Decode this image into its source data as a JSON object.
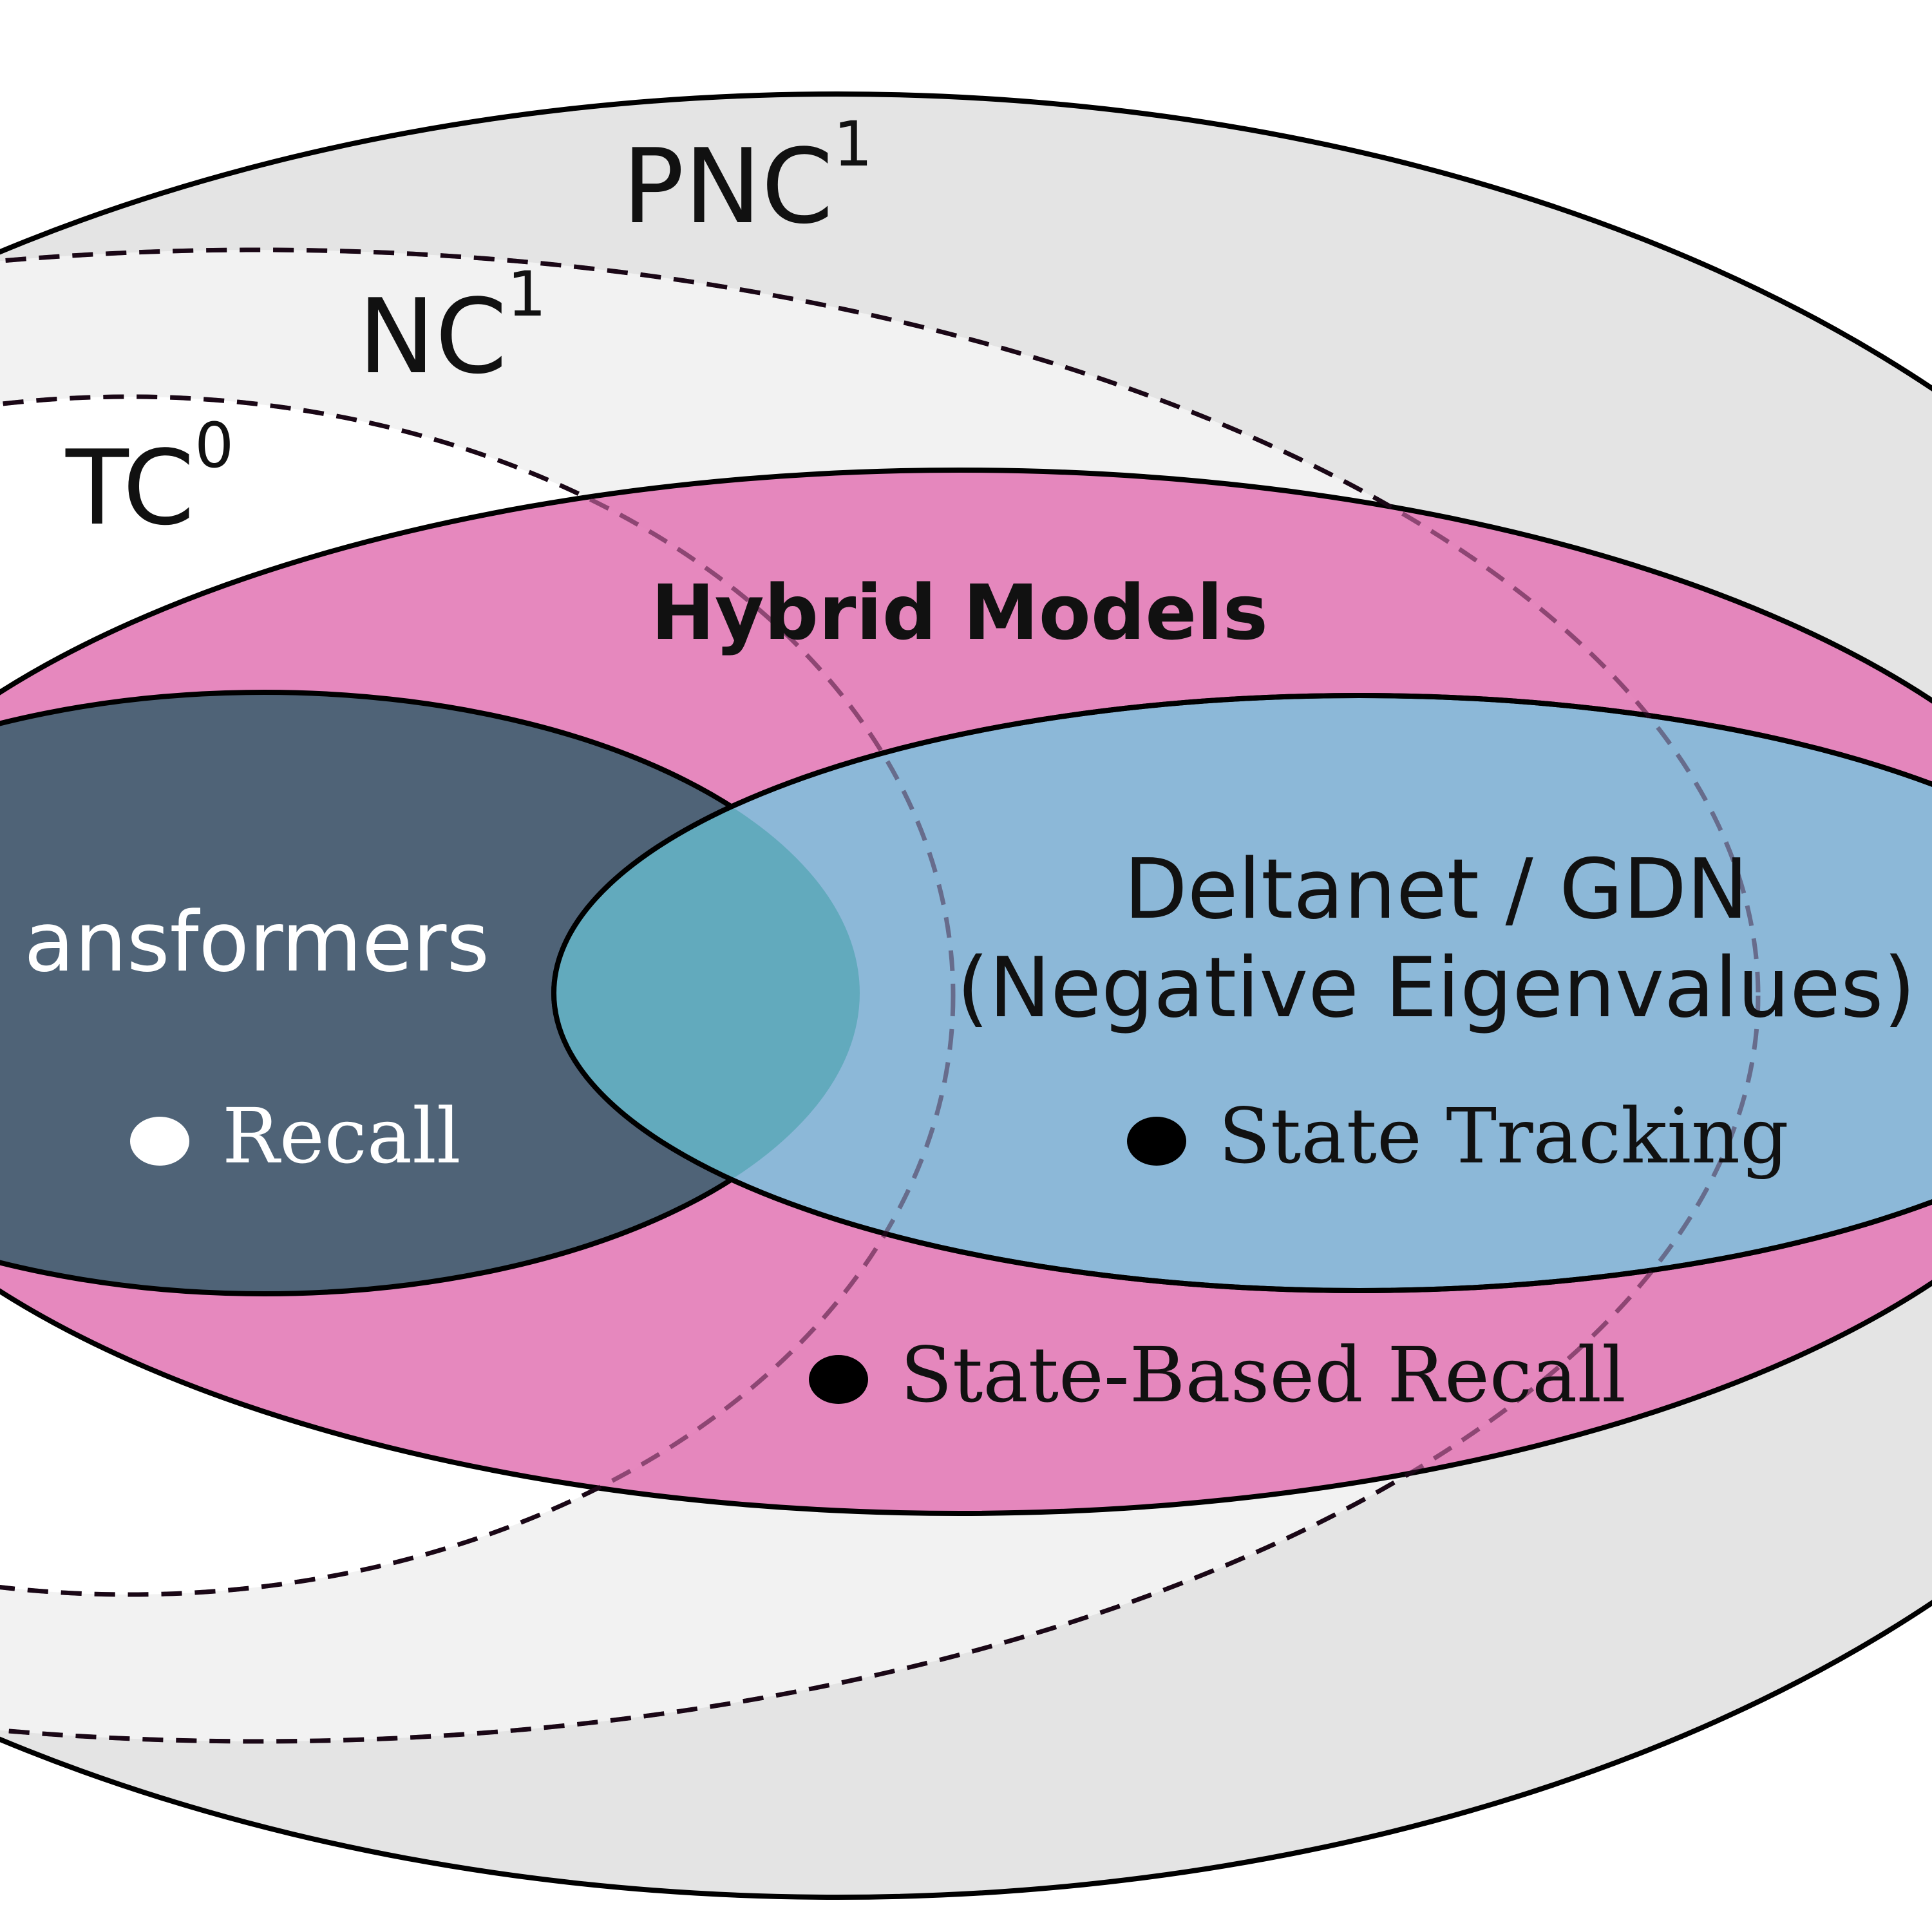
{
  "classes": {
    "pnc1": {
      "base": "PNC",
      "sup": "1"
    },
    "nc1": {
      "base": "NC",
      "sup": "1"
    },
    "tc0": {
      "base": "TC",
      "sup": "0"
    }
  },
  "models": {
    "hybrid": {
      "label": "Hybrid Models"
    },
    "transformers": {
      "label": "ansformers"
    },
    "deltanet": {
      "line1": "Deltanet / GDN",
      "line2": "(Negative Eigenvalues)"
    }
  },
  "capabilities": {
    "recall": "Recall",
    "state_tracking": "State Tracking",
    "state_based_recall": "State-Based Recall"
  },
  "colors": {
    "pnc1_fill": "#e4e4e4",
    "nc1_fill": "#f2f2f2",
    "tc0_fill": "#ffffff",
    "hybrid_fill": "#e47eb8",
    "transformers_fill": "#4f6377",
    "deltanet_fill": "#8cb8d8",
    "overlap_fill": "#62aabd",
    "boundary": "#000000",
    "white_marker": "#ffffff",
    "black_marker": "#000000"
  }
}
